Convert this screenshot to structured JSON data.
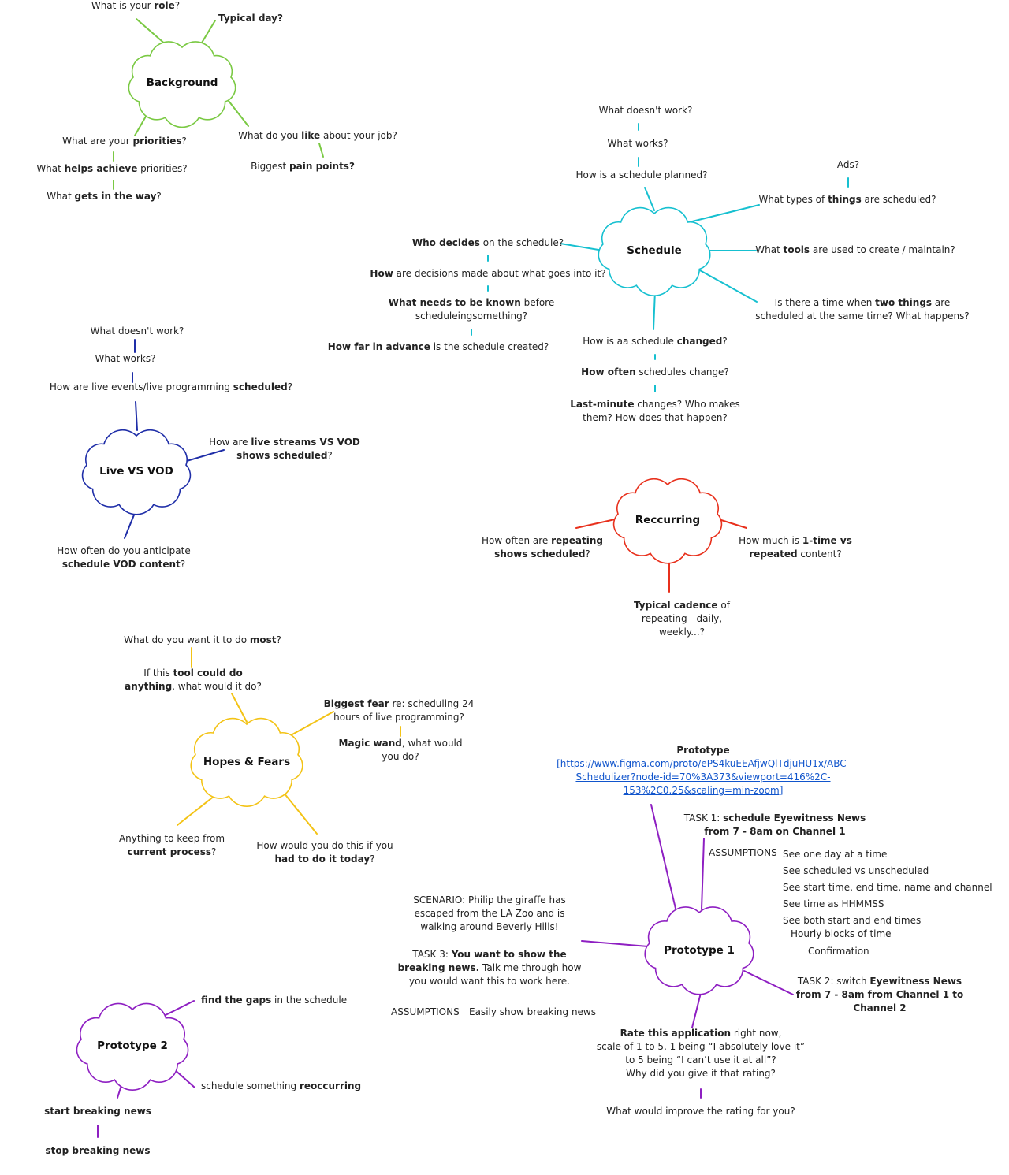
{
  "colors": {
    "background": "#7ac943",
    "schedule": "#16c0d0",
    "live_vs_vod": "#1f2ea8",
    "reccurring": "#e8301c",
    "hopes_fears": "#f3c316",
    "prototype": "#8e1fc2",
    "link": "#1155cc"
  },
  "hubs": {
    "background": "Background",
    "schedule": "Schedule",
    "live_vs_vod": "Live VS VOD",
    "reccurring": "Reccurring",
    "hopes_fears": "Hopes & Fears",
    "prototype_1": "Prototype 1",
    "prototype_2": "Prototype 2"
  },
  "background": {
    "role": [
      "What is your ",
      "role",
      "?"
    ],
    "typical_day": "Typical day?",
    "priorities": [
      "What are your ",
      "priorities",
      "?"
    ],
    "helps": [
      "What ",
      "helps achieve",
      " priorities?"
    ],
    "gets_in_way": [
      "What ",
      "gets in the way",
      "?"
    ],
    "like": [
      "What do you ",
      "like",
      " about your job?"
    ],
    "pain": [
      "Biggest ",
      "pain points?"
    ]
  },
  "schedule": {
    "doesnt_work": "What doesn't work?",
    "works": "What works?",
    "planned": "How is a schedule planned?",
    "ads": "Ads?",
    "types": [
      "What types of ",
      "things",
      " are scheduled?"
    ],
    "who_decides": [
      "Who decides",
      " on the schedule?"
    ],
    "tools": [
      "What ",
      "tools",
      " are used to create / maintain?"
    ],
    "how_decisions": [
      "How",
      " are decisions made about what goes into it?"
    ],
    "needs_known_1": [
      "What needs to be known",
      " before"
    ],
    "needs_known_2": "scheduleingsomething?",
    "two_things_1": [
      "Is there a time when ",
      "two things",
      " are"
    ],
    "two_things_2": "scheduled at the same time? What happens?",
    "how_far": [
      "How far in advance",
      " is the schedule created?"
    ],
    "changed": [
      "How is aa schedule ",
      "changed",
      "?"
    ],
    "how_often": [
      "How often",
      " schedules change?"
    ],
    "last_minute_1": [
      "Last-minute",
      " changes? Who makes"
    ],
    "last_minute_2": "them? How does that happen?"
  },
  "live": {
    "doesnt_work": "What doesn't work?",
    "works": "What works?",
    "scheduled": [
      "How are live events/live programming ",
      "scheduled",
      "?"
    ],
    "streams_1": [
      "How are ",
      "live streams VS VOD"
    ],
    "streams_2": [
      "shows scheduled",
      "?"
    ],
    "anticipate_1": "How often do you anticipate",
    "anticipate_2": [
      "schedule VOD content",
      "?"
    ]
  },
  "reccurring": {
    "repeating_1": [
      "How often are ",
      "repeating"
    ],
    "repeating_2": [
      "shows scheduled",
      "?"
    ],
    "one_time_1": [
      "How much is ",
      "1-time vs"
    ],
    "one_time_2": [
      "repeated",
      " content?"
    ],
    "cadence_1": [
      "Typical cadence",
      " of"
    ],
    "cadence_2": "repeating - daily,",
    "cadence_3": "weekly...?"
  },
  "hopes": {
    "most": [
      "What do you want it to do ",
      "most",
      "?"
    ],
    "tool_1": [
      "If this ",
      "tool could do"
    ],
    "tool_2": [
      "anything",
      ", what would it do?"
    ],
    "fear_1": [
      "Biggest fear",
      " re: scheduling 24"
    ],
    "fear_2": "hours of live programming?",
    "wand_1": [
      "Magic wand",
      ", what would"
    ],
    "wand_2": "you do?",
    "keep_1": "Anything to keep from",
    "keep_2": [
      "current process",
      "?"
    ],
    "today_1": "How would you do this if you",
    "today_2": [
      "had to do it today",
      "?"
    ]
  },
  "prototype1": {
    "title": "Prototype",
    "link_1": "[https://www.figma.com/proto/ePS4kuEEAfjwQlTdjuHU1x/ABC-",
    "link_2": "Schedulizer?node-id=70%3A373&viewport=416%2C-",
    "link_3": "153%2C0.25&scaling=min-zoom]",
    "task1_1": [
      "TASK 1: ",
      "schedule Eyewitness News"
    ],
    "task1_2": "from 7 - 8am on Channel 1",
    "assumptions_label": "ASSUMPTIONS",
    "assumptions": [
      "See one day at a time",
      "See scheduled vs unscheduled",
      "See start time, end time, name and channel",
      "See time as HHMMSS",
      "See both start and end times"
    ],
    "hourly": "Hourly blocks of time",
    "confirmation": "Confirmation",
    "scenario_1": "SCENARIO: Philip the giraffe has",
    "scenario_2": "escaped from the LA Zoo and is",
    "scenario_3": "walking around Beverly Hills!",
    "task3_1": [
      "TASK 3: ",
      "You want to show the"
    ],
    "task3_2": [
      "breaking news.",
      " Talk me through how"
    ],
    "task3_3": "you would want this to work here.",
    "task3_assumptions": "ASSUMPTIONS",
    "task3_assumption_value": "Easily show breaking news",
    "task2_1": [
      "TASK 2: switch ",
      "Eyewitness News"
    ],
    "task2_2": "from 7 - 8am from Channel 1 to",
    "task2_3": "Channel 2",
    "rate_1": [
      "Rate this application",
      " right now,"
    ],
    "rate_2": "scale of 1 to 5, 1 being “I absolutely love it”",
    "rate_3": "to 5 being “I can’t use it at all”?",
    "rate_4": "Why did you give it that rating?",
    "improve": "What would improve the rating for you?"
  },
  "prototype2": {
    "gaps": [
      "find the gaps",
      " in the schedule"
    ],
    "reoccurring": [
      "schedule something ",
      "reoccurring"
    ],
    "start": "start breaking news",
    "stop": "stop breaking news"
  }
}
